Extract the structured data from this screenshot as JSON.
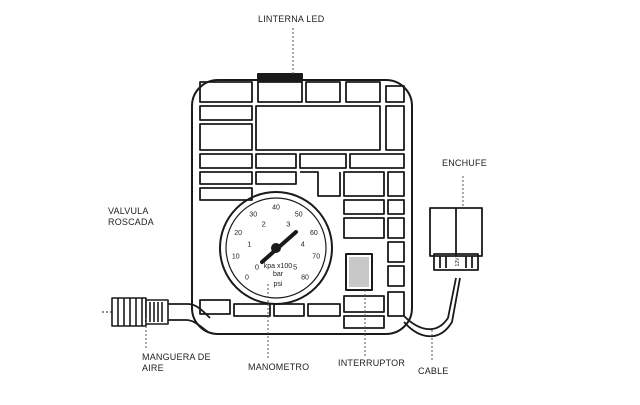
{
  "labels": {
    "linterna": "LINTERNA LED",
    "enchufe": "ENCHUFE",
    "valvula": "VALVULA\nROSCADA",
    "manguera": "MANGUERA DE\nAIRE",
    "manometro": "MANOMETRO",
    "interruptor": "INTERRUPTOR",
    "cable": "CABLE"
  },
  "gauge": {
    "outer_ticks": [
      "0",
      "10",
      "20",
      "30",
      "40",
      "50",
      "60",
      "70",
      "80"
    ],
    "inner_ticks": [
      "0",
      "1",
      "2",
      "3",
      "4",
      "5"
    ],
    "unit_kpa": "kpa x100",
    "unit_bar": "bar",
    "unit_psi": "psi"
  },
  "plug_text": "12V"
}
